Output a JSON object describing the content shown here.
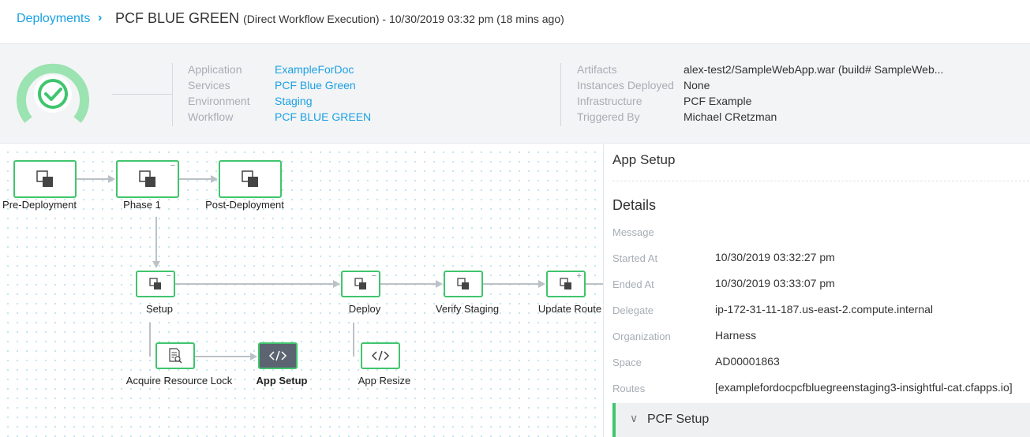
{
  "header": {
    "breadcrumb": "Deployments",
    "breadcrumb_chevron": "›",
    "title": "PCF BLUE GREEN",
    "subtitle": "(Direct Workflow Execution) - 10/30/2019 03:32 pm (18 mins ago)"
  },
  "summary": {
    "status": "success",
    "status_color": "#3fc56d",
    "left": [
      {
        "label": "Application",
        "value": "ExampleForDoc"
      },
      {
        "label": "Services",
        "value": "PCF Blue Green"
      },
      {
        "label": "Environment",
        "value": "Staging"
      },
      {
        "label": "Workflow",
        "value": "PCF BLUE GREEN"
      }
    ],
    "right": [
      {
        "label": "Artifacts",
        "value": "alex-test2/SampleWebApp.war (build# SampleWeb..."
      },
      {
        "label": "Instances Deployed",
        "value": "None"
      },
      {
        "label": "Infrastructure",
        "value": "PCF Example"
      },
      {
        "label": "Triggered By",
        "value": "Michael CRetzman"
      }
    ]
  },
  "graph": {
    "nodes": [
      {
        "id": "pre-deployment",
        "label": "Pre-Deployment",
        "icon": "phase-icon"
      },
      {
        "id": "phase-1",
        "label": "Phase 1",
        "icon": "phase-icon",
        "toggle": "−"
      },
      {
        "id": "post-deployment",
        "label": "Post-Deployment",
        "icon": "phase-icon"
      },
      {
        "id": "setup",
        "label": "Setup",
        "icon": "step-group-icon",
        "toggle": "−"
      },
      {
        "id": "deploy",
        "label": "Deploy",
        "icon": "step-group-icon",
        "toggle": "−"
      },
      {
        "id": "verify-staging",
        "label": "Verify Staging",
        "icon": "step-group-icon"
      },
      {
        "id": "update-route",
        "label": "Update Route",
        "icon": "step-group-icon",
        "toggle": "+"
      },
      {
        "id": "acquire-resource-lock",
        "label": "Acquire Resource Lock",
        "icon": "resource-lock-icon"
      },
      {
        "id": "app-setup",
        "label": "App Setup",
        "icon": "code-icon",
        "selected": true
      },
      {
        "id": "app-resize",
        "label": "App Resize",
        "icon": "code-icon"
      }
    ]
  },
  "panel": {
    "title": "App Setup",
    "details_heading": "Details",
    "rows": [
      {
        "label": "Message",
        "value": ""
      },
      {
        "label": "Started At",
        "value": "10/30/2019 03:32:27 pm"
      },
      {
        "label": "Ended At",
        "value": "10/30/2019 03:33:07 pm"
      },
      {
        "label": "Delegate",
        "value": "ip-172-31-11-187.us-east-2.compute.internal"
      },
      {
        "label": "Organization",
        "value": "Harness"
      },
      {
        "label": "Space",
        "value": "AD00001863"
      },
      {
        "label": "Routes",
        "value": "[examplefordocpcfbluegreenstaging3-insightful-cat.cfapps.io]"
      }
    ],
    "section": {
      "chevron": "∨",
      "title": "PCF Setup"
    }
  },
  "colors": {
    "accent": "#1ba1e2",
    "success": "#3fc56d",
    "selected_node": "#5b6470"
  }
}
